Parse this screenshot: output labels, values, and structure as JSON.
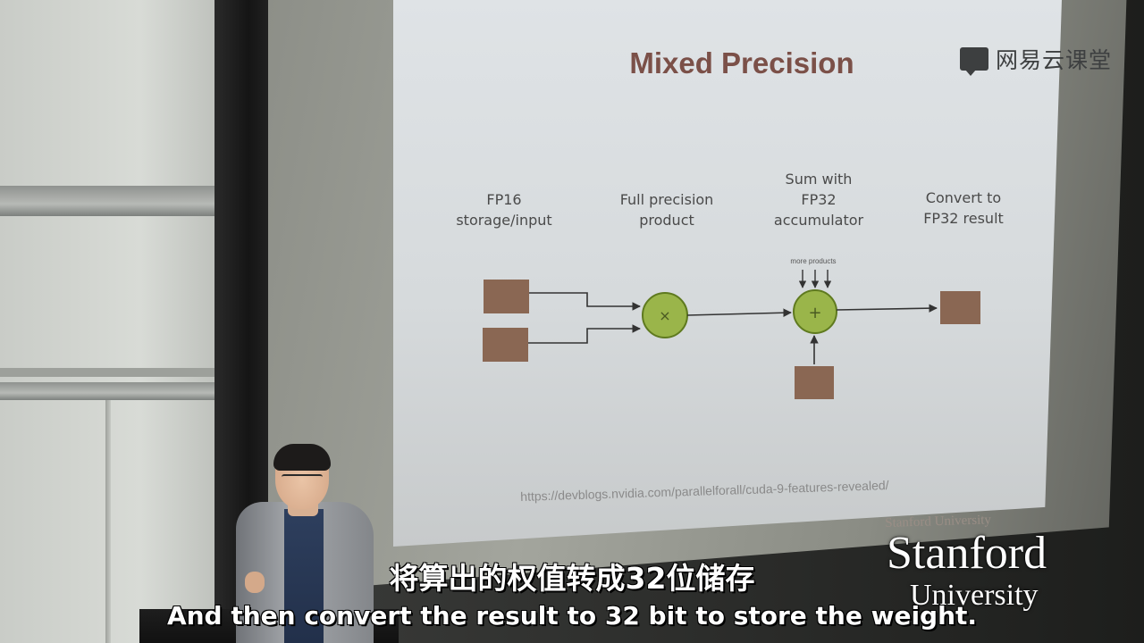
{
  "slide": {
    "title": "Mixed Precision",
    "steps": [
      {
        "label": "FP16\nstorage/input"
      },
      {
        "label": "Full precision\nproduct"
      },
      {
        "label": "Sum with\nFP32\naccumulator"
      },
      {
        "label": "Convert to\nFP32 result"
      }
    ],
    "more_products_label": "more products",
    "multiply_symbol": "×",
    "add_symbol": "+",
    "url": "https://devblogs.nvidia.com/parallelforall/cuda-9-features-revealed/",
    "footer": "Stanford University"
  },
  "colors": {
    "box": "#8a6753",
    "node_fill": "#9ab54a",
    "node_stroke": "#5f7a1f",
    "title": "#7b5048"
  },
  "watermark": {
    "text": "网易云课堂",
    "icon": "chat-bubble-icon"
  },
  "logo": {
    "line1": "Stanford",
    "line2": "University"
  },
  "subtitles": {
    "chinese": "将算出的权值转成32位储存",
    "english": "And then convert the result to 32 bit to store the weight."
  }
}
